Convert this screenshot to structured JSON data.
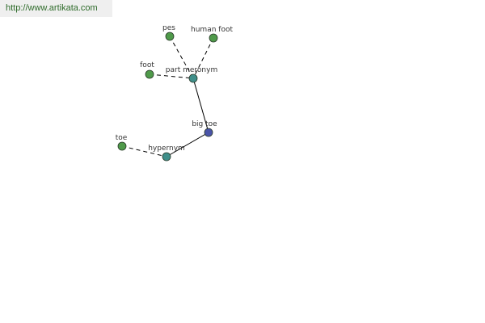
{
  "site_link": {
    "text": "http://www.artikata.com"
  },
  "graph": {
    "colors": {
      "word_node": "#4f9a4a",
      "relation_node": "#3f8f8a",
      "center_node": "#4a54a8",
      "node_stroke": "#2a3a2a",
      "edge": "#000000"
    },
    "nodes": [
      {
        "id": "pes",
        "label": "pes",
        "kind": "word"
      },
      {
        "id": "human-foot",
        "label": "human foot",
        "kind": "word"
      },
      {
        "id": "foot",
        "label": "foot",
        "kind": "word"
      },
      {
        "id": "part-meronym",
        "label": "part meronym",
        "kind": "relation"
      },
      {
        "id": "big-toe",
        "label": "big toe",
        "kind": "center"
      },
      {
        "id": "toe",
        "label": "toe",
        "kind": "word"
      },
      {
        "id": "hypernym",
        "label": "hypernym",
        "kind": "relation"
      }
    ],
    "edges": [
      {
        "from": "pes",
        "to": "part-meronym",
        "style": "dashed"
      },
      {
        "from": "human-foot",
        "to": "part-meronym",
        "style": "dashed"
      },
      {
        "from": "foot",
        "to": "part-meronym",
        "style": "dashed"
      },
      {
        "from": "part-meronym",
        "to": "big-toe",
        "style": "solid"
      },
      {
        "from": "big-toe",
        "to": "hypernym",
        "style": "solid"
      },
      {
        "from": "toe",
        "to": "hypernym",
        "style": "dashed"
      }
    ]
  }
}
